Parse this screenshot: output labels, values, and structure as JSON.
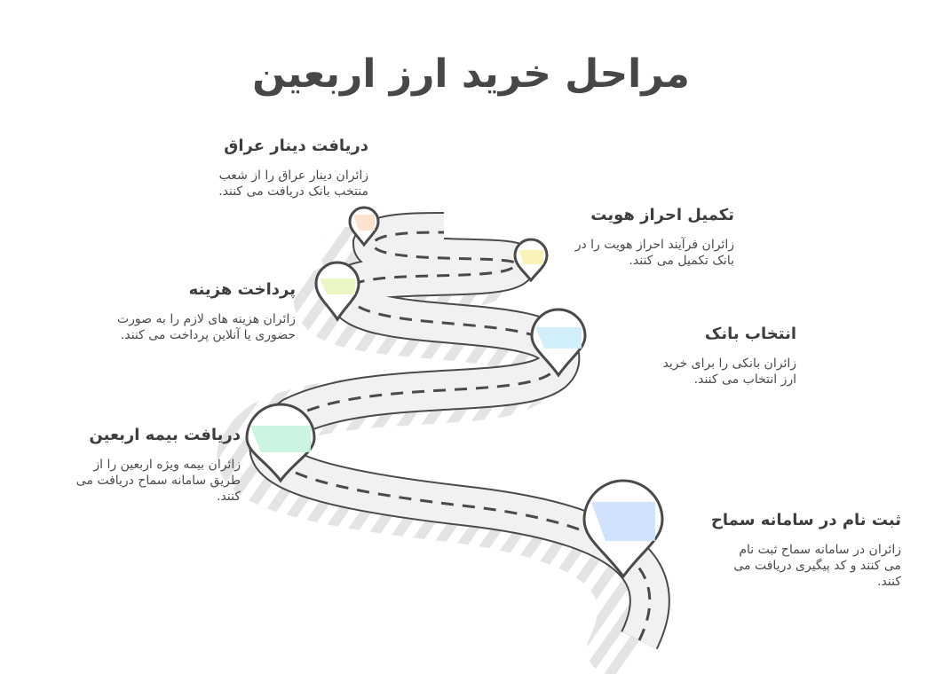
{
  "title": "مراحل خرید ارز اربعین",
  "steps": [
    {
      "title": "ثبت نام در سامانه سماح",
      "desc": "زائران در سامانه سماح ثبت نام می کنند و کد پیگیری دریافت می کنند.",
      "color": "#c9ddfb"
    },
    {
      "title": "دریافت بیمه اربعین",
      "desc": "زائران بیمه ویژه اربعین را از طریق سامانه سماح دریافت می کنند.",
      "color": "#c5f3de"
    },
    {
      "title": "انتخاب بانک",
      "desc": "زائران بانکی را برای خرید ارز انتخاب می کنند.",
      "color": "#cdeefb"
    },
    {
      "title": "پرداخت هزینه",
      "desc": "زائران هزینه های لازم را به صورت حضوری یا آنلاین پرداخت می کنند.",
      "color": "#e9f7c2"
    },
    {
      "title": "تکمیل احراز هویت",
      "desc": "زائران فرآیند احراز هویت را در بانک تکمیل می کنند.",
      "color": "#faf1b5"
    },
    {
      "title": "دریافت دینار عراق",
      "desc": "زائران دینار عراق را از شعب منتخب بانک دریافت می کنند.",
      "color": "#fde0cc"
    }
  ]
}
